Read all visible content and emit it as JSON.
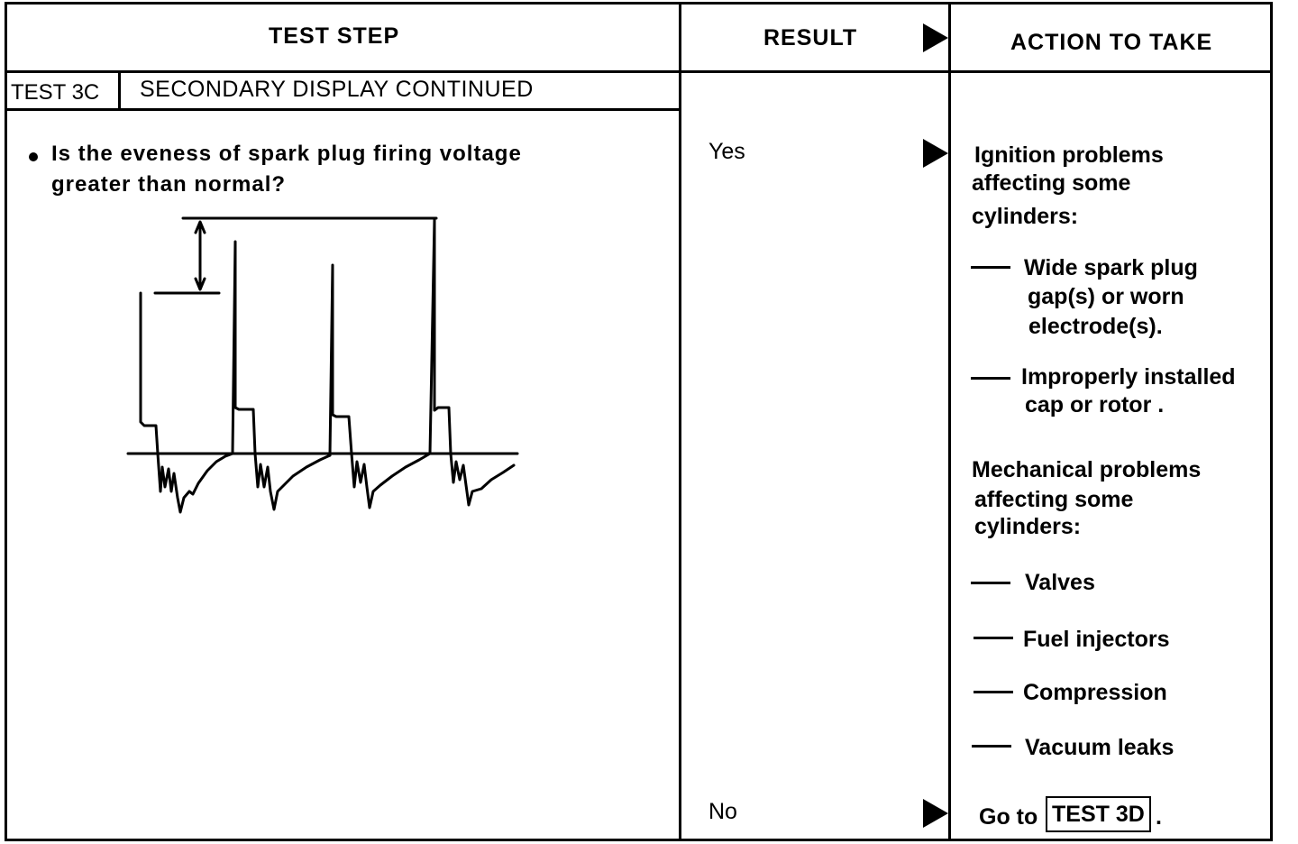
{
  "header": {
    "test_step": "TEST STEP",
    "result": "RESULT",
    "action": "ACTION TO TAKE"
  },
  "test": {
    "id": "TEST 3C",
    "title": "SECONDARY DISPLAY CONTINUED",
    "question_line1": "Is the eveness of spark plug firing voltage",
    "question_line2": "greater than normal?"
  },
  "results": {
    "yes": "Yes",
    "no": "No"
  },
  "actions": {
    "ignition_l1": "Ignition problems",
    "ignition_l2": "affecting some",
    "ignition_l3": "cylinders:",
    "item1_l1": "Wide spark plug",
    "item1_l2": "gap(s) or worn",
    "item1_l3": "electrode(s).",
    "item2_l1": "Improperly installed",
    "item2_l2": "cap or rotor .",
    "mech_l1": "Mechanical problems",
    "mech_l2": "affecting some",
    "mech_l3": "cylinders:",
    "item3": "Valves",
    "item4": "Fuel injectors",
    "item5": "Compression",
    "item6": "Vacuum leaks",
    "goto_prefix": "Go to",
    "goto_target": "TEST 3D",
    "goto_suffix": "."
  }
}
